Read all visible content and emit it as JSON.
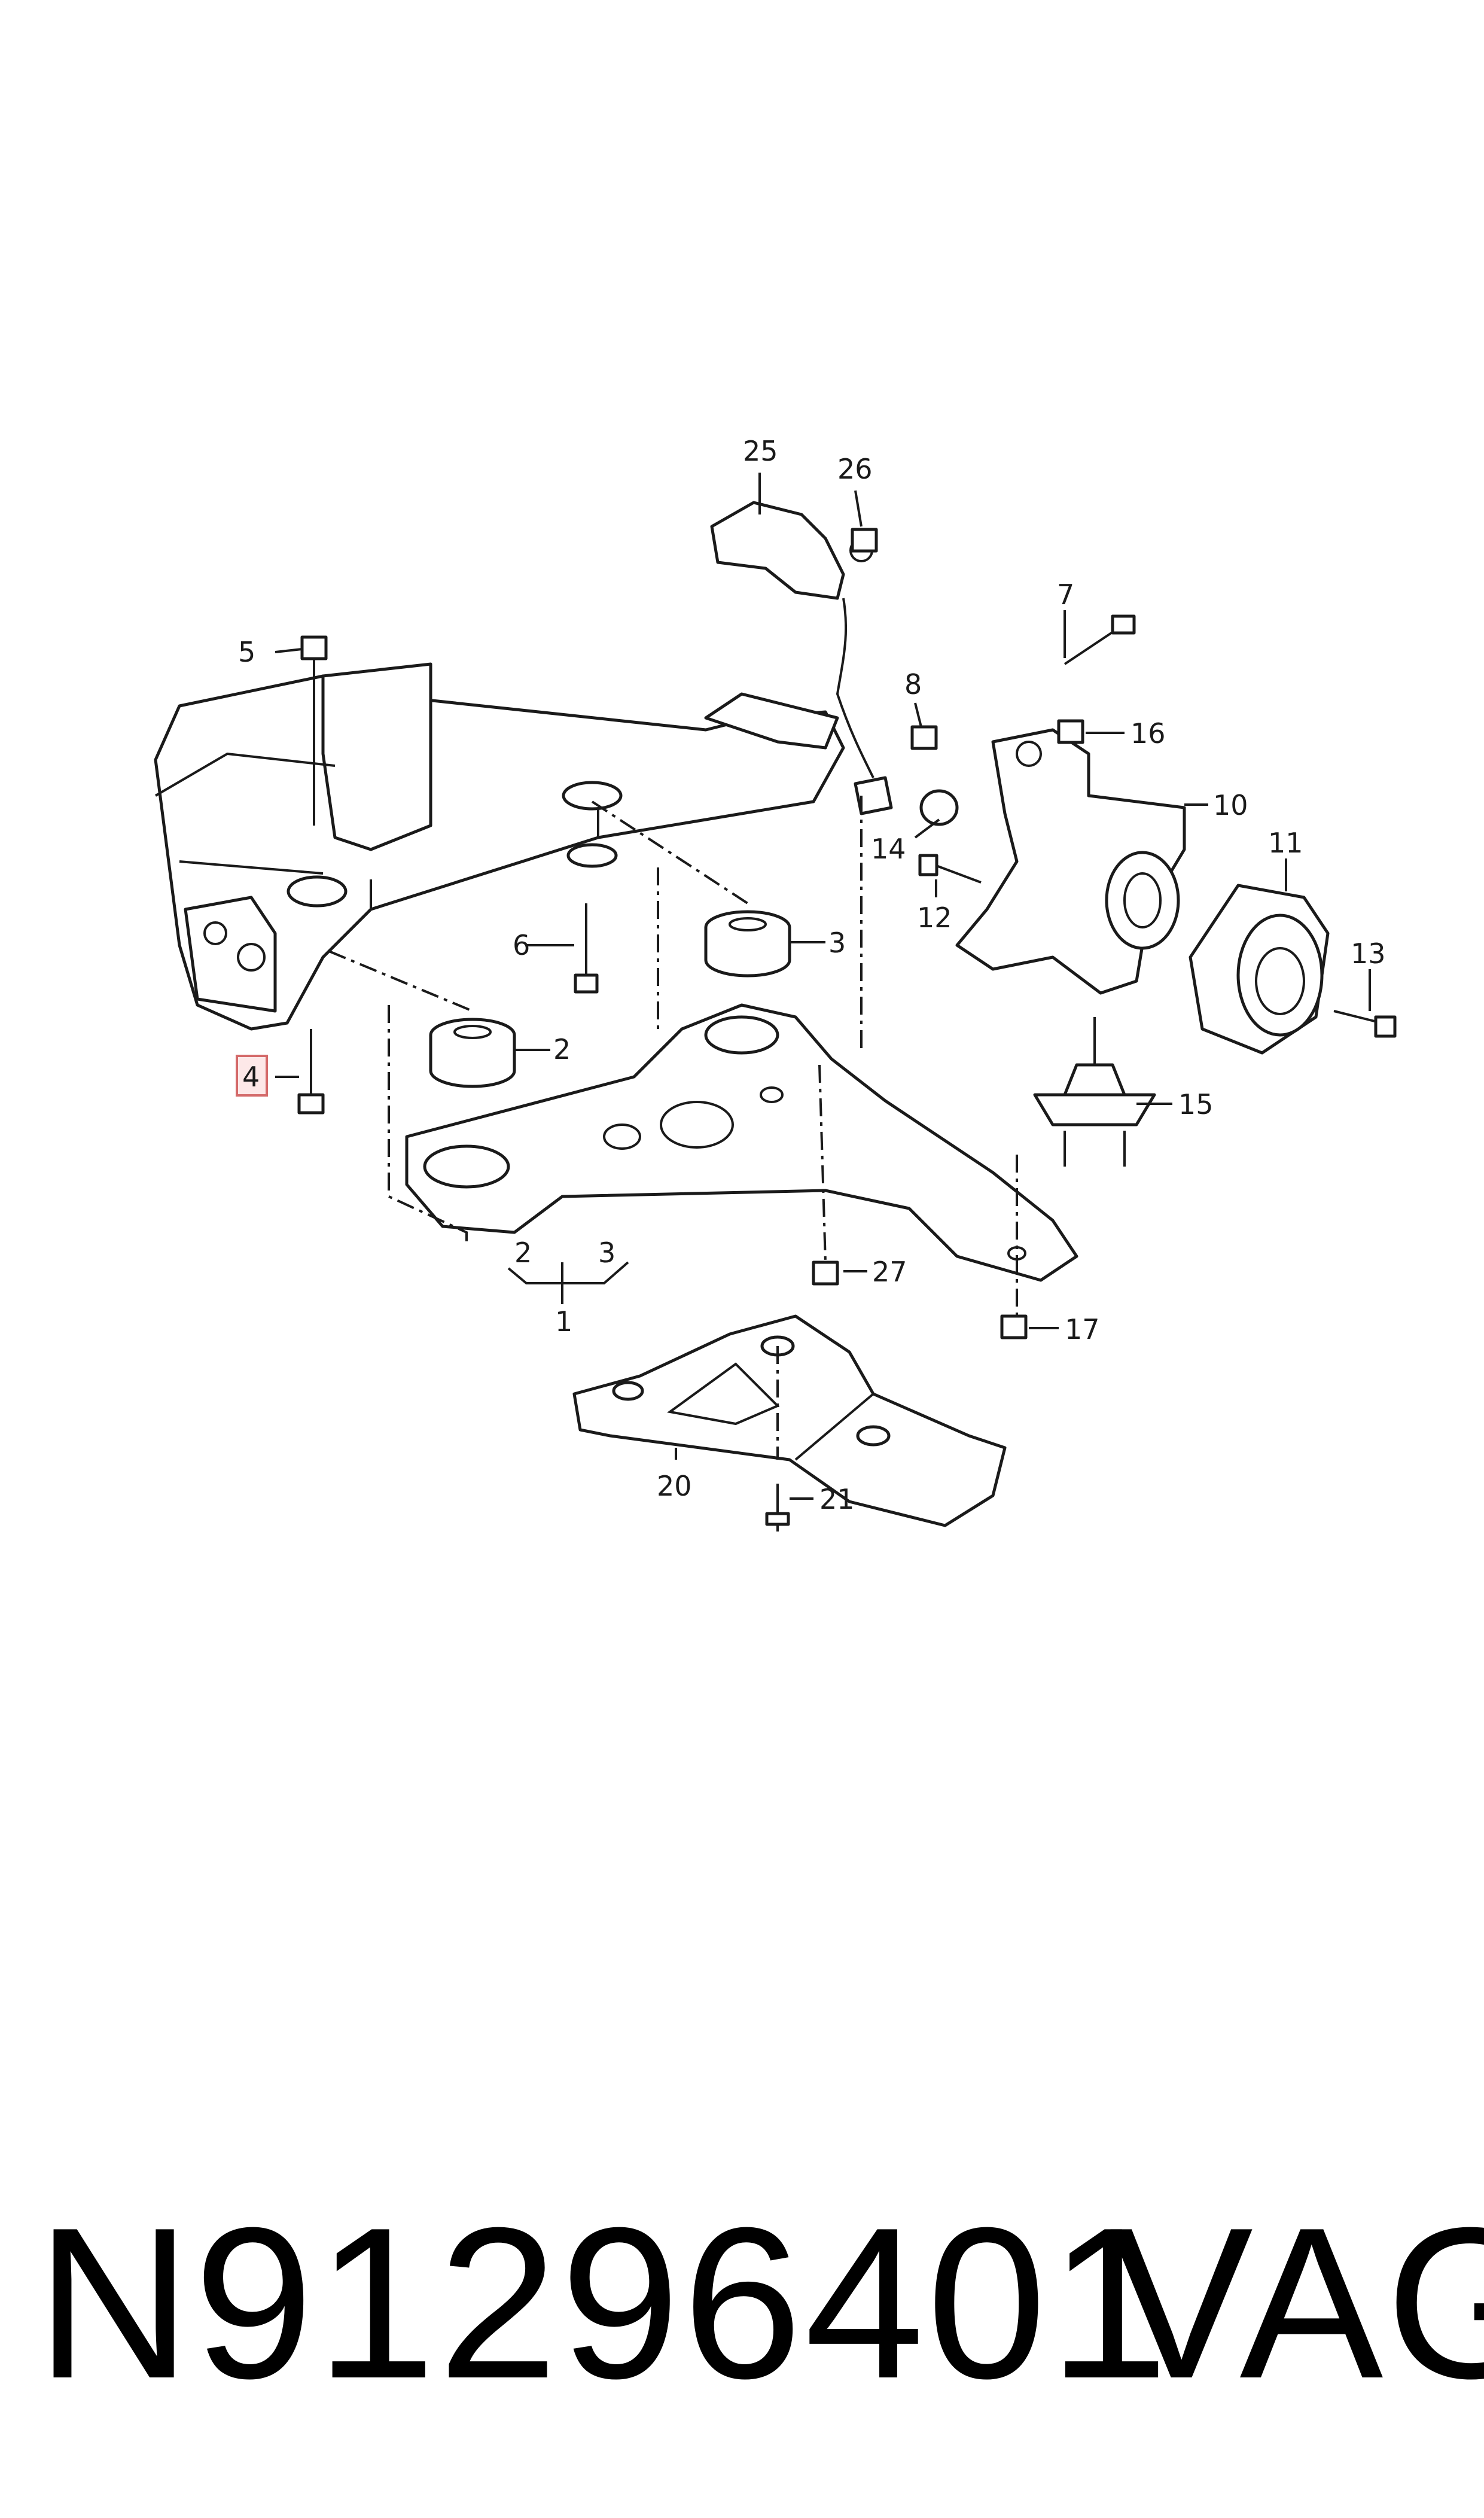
{
  "callouts": {
    "c1": "1",
    "c2a": "2",
    "c2b": "2",
    "c3a": "3",
    "c3b": "3",
    "c4": "4",
    "c5": "5",
    "c6": "6",
    "c7": "7",
    "c8": "8",
    "c10": "10",
    "c11": "11",
    "c12": "12",
    "c13": "13",
    "c14": "14",
    "c15": "15",
    "c16": "16",
    "c17": "17",
    "c20": "20",
    "c21": "21",
    "c25": "25",
    "c26": "26",
    "c27": "27"
  },
  "highlighted_callout": "4",
  "footer": {
    "part_number": "N91296401",
    "brand": "VAG"
  },
  "colors": {
    "highlight_fill": "#fde8e8",
    "highlight_border": "#d46a6a"
  }
}
